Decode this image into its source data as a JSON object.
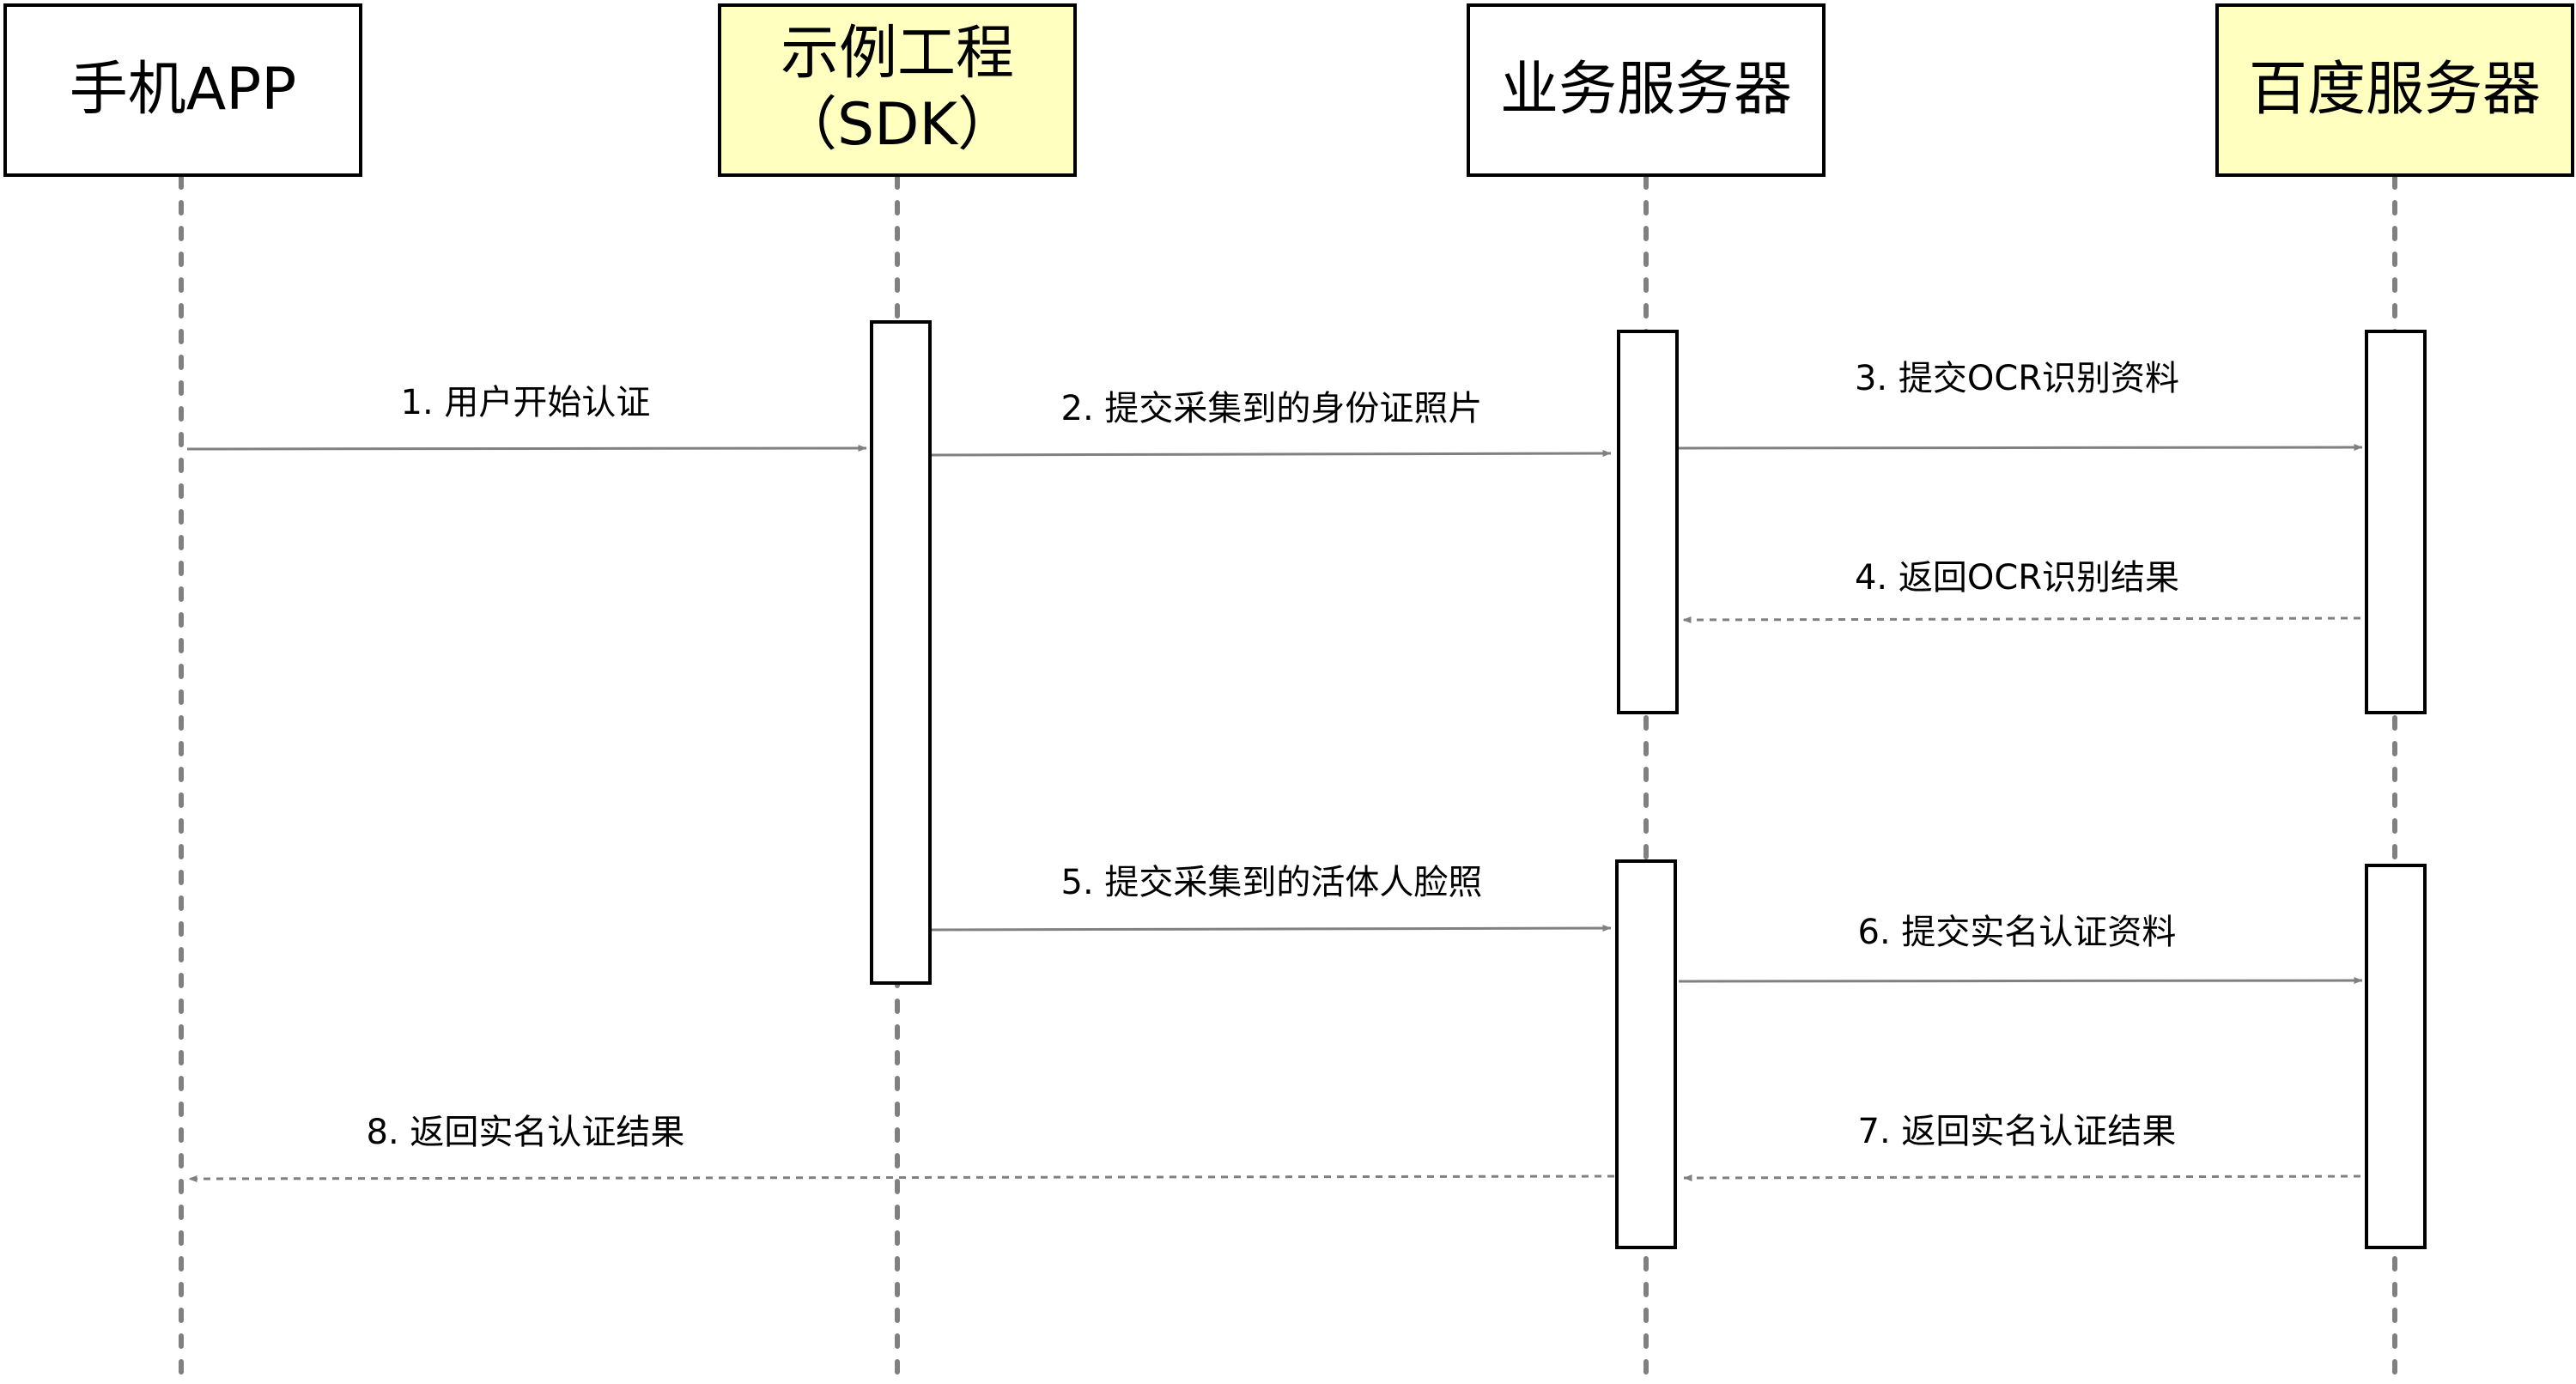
{
  "participants": [
    {
      "id": "app",
      "label": "手机APP",
      "style": "plain"
    },
    {
      "id": "sdk",
      "label": "示例工程\n（SDK）",
      "style": "highlight"
    },
    {
      "id": "biz",
      "label": "业务服务器",
      "style": "plain"
    },
    {
      "id": "baidu",
      "label": "百度服务器",
      "style": "highlight"
    }
  ],
  "messages": [
    {
      "label": "1. 用户开始认证",
      "from": "app",
      "to": "sdk",
      "kind": "request"
    },
    {
      "label": "2. 提交采集到的身份证照片",
      "from": "sdk",
      "to": "biz",
      "kind": "request"
    },
    {
      "label": "3. 提交OCR识别资料",
      "from": "biz",
      "to": "baidu",
      "kind": "request"
    },
    {
      "label": "4. 返回OCR识别结果",
      "from": "baidu",
      "to": "biz",
      "kind": "return"
    },
    {
      "label": "5. 提交采集到的活体人脸照",
      "from": "sdk",
      "to": "biz",
      "kind": "request"
    },
    {
      "label": "6. 提交实名认证资料",
      "from": "biz",
      "to": "baidu",
      "kind": "request"
    },
    {
      "label": "7. 返回实名认证结果",
      "from": "baidu",
      "to": "biz",
      "kind": "return"
    },
    {
      "label": "8. 返回实名认证结果",
      "from": "biz",
      "to": "app",
      "kind": "return"
    }
  ],
  "colors": {
    "highlight_fill": "#ffffc0",
    "line": "#808080",
    "lifeline": "#808080",
    "border": "#000000"
  }
}
